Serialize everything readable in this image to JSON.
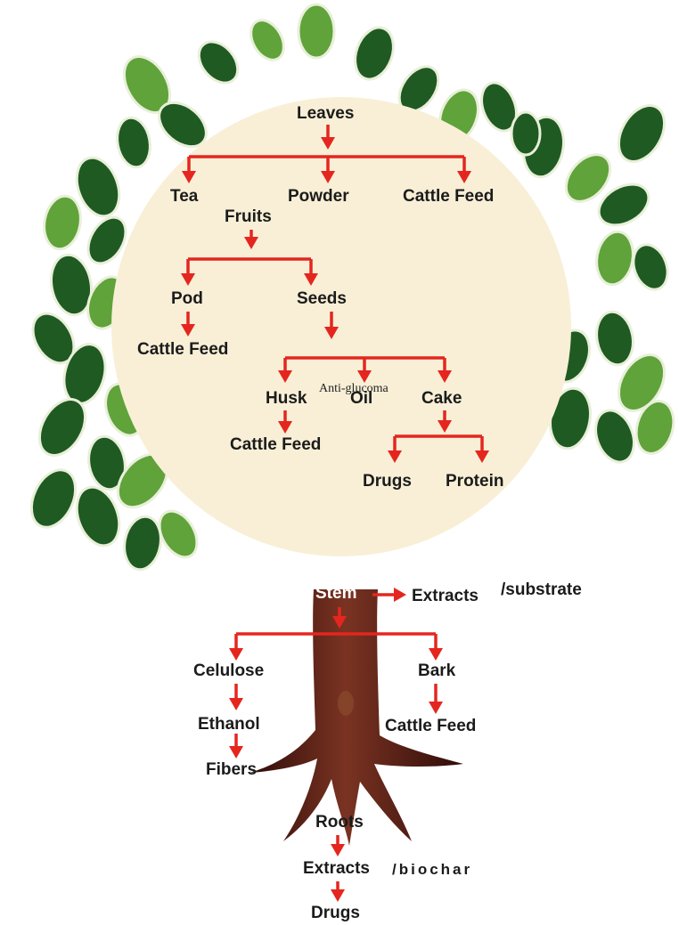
{
  "colors": {
    "background": "#ffffff",
    "circle_fill": "#f8efd6",
    "arrow": "#e4261f",
    "leaf_dark": "#1f5a22",
    "leaf_light": "#5fa33a",
    "trunk": "#4e1712",
    "text": "#1b1b1b"
  },
  "icons": [
    "moringa-leaf-icon",
    "tree-trunk-icon",
    "arrow-icon"
  ],
  "leaves_section": {
    "root": "Leaves",
    "tea": "Tea",
    "powder": "Powder",
    "cattle_feed": "Cattle Feed"
  },
  "fruits_section": {
    "root": "Fruits",
    "pod": "Pod",
    "pod_cattle_feed": "Cattle Feed",
    "seeds": "Seeds",
    "husk": "Husk",
    "husk_cattle_feed": "Cattle Feed",
    "oil": "Oil",
    "oil_note": "Anti-glucoma",
    "cake": "Cake",
    "drugs": "Drugs",
    "protein": "Protein"
  },
  "stem_section": {
    "root": "Stem",
    "extracts": "Extracts",
    "substrate": "/substrate",
    "celulose": "Celulose",
    "ethanol": "Ethanol",
    "fibers": "Fibers",
    "bark": "Bark",
    "bark_cattle_feed": "Cattle Feed"
  },
  "roots_section": {
    "root": "Roots",
    "extracts": "Extracts",
    "biochar": "/biochar",
    "drugs": "Drugs"
  }
}
